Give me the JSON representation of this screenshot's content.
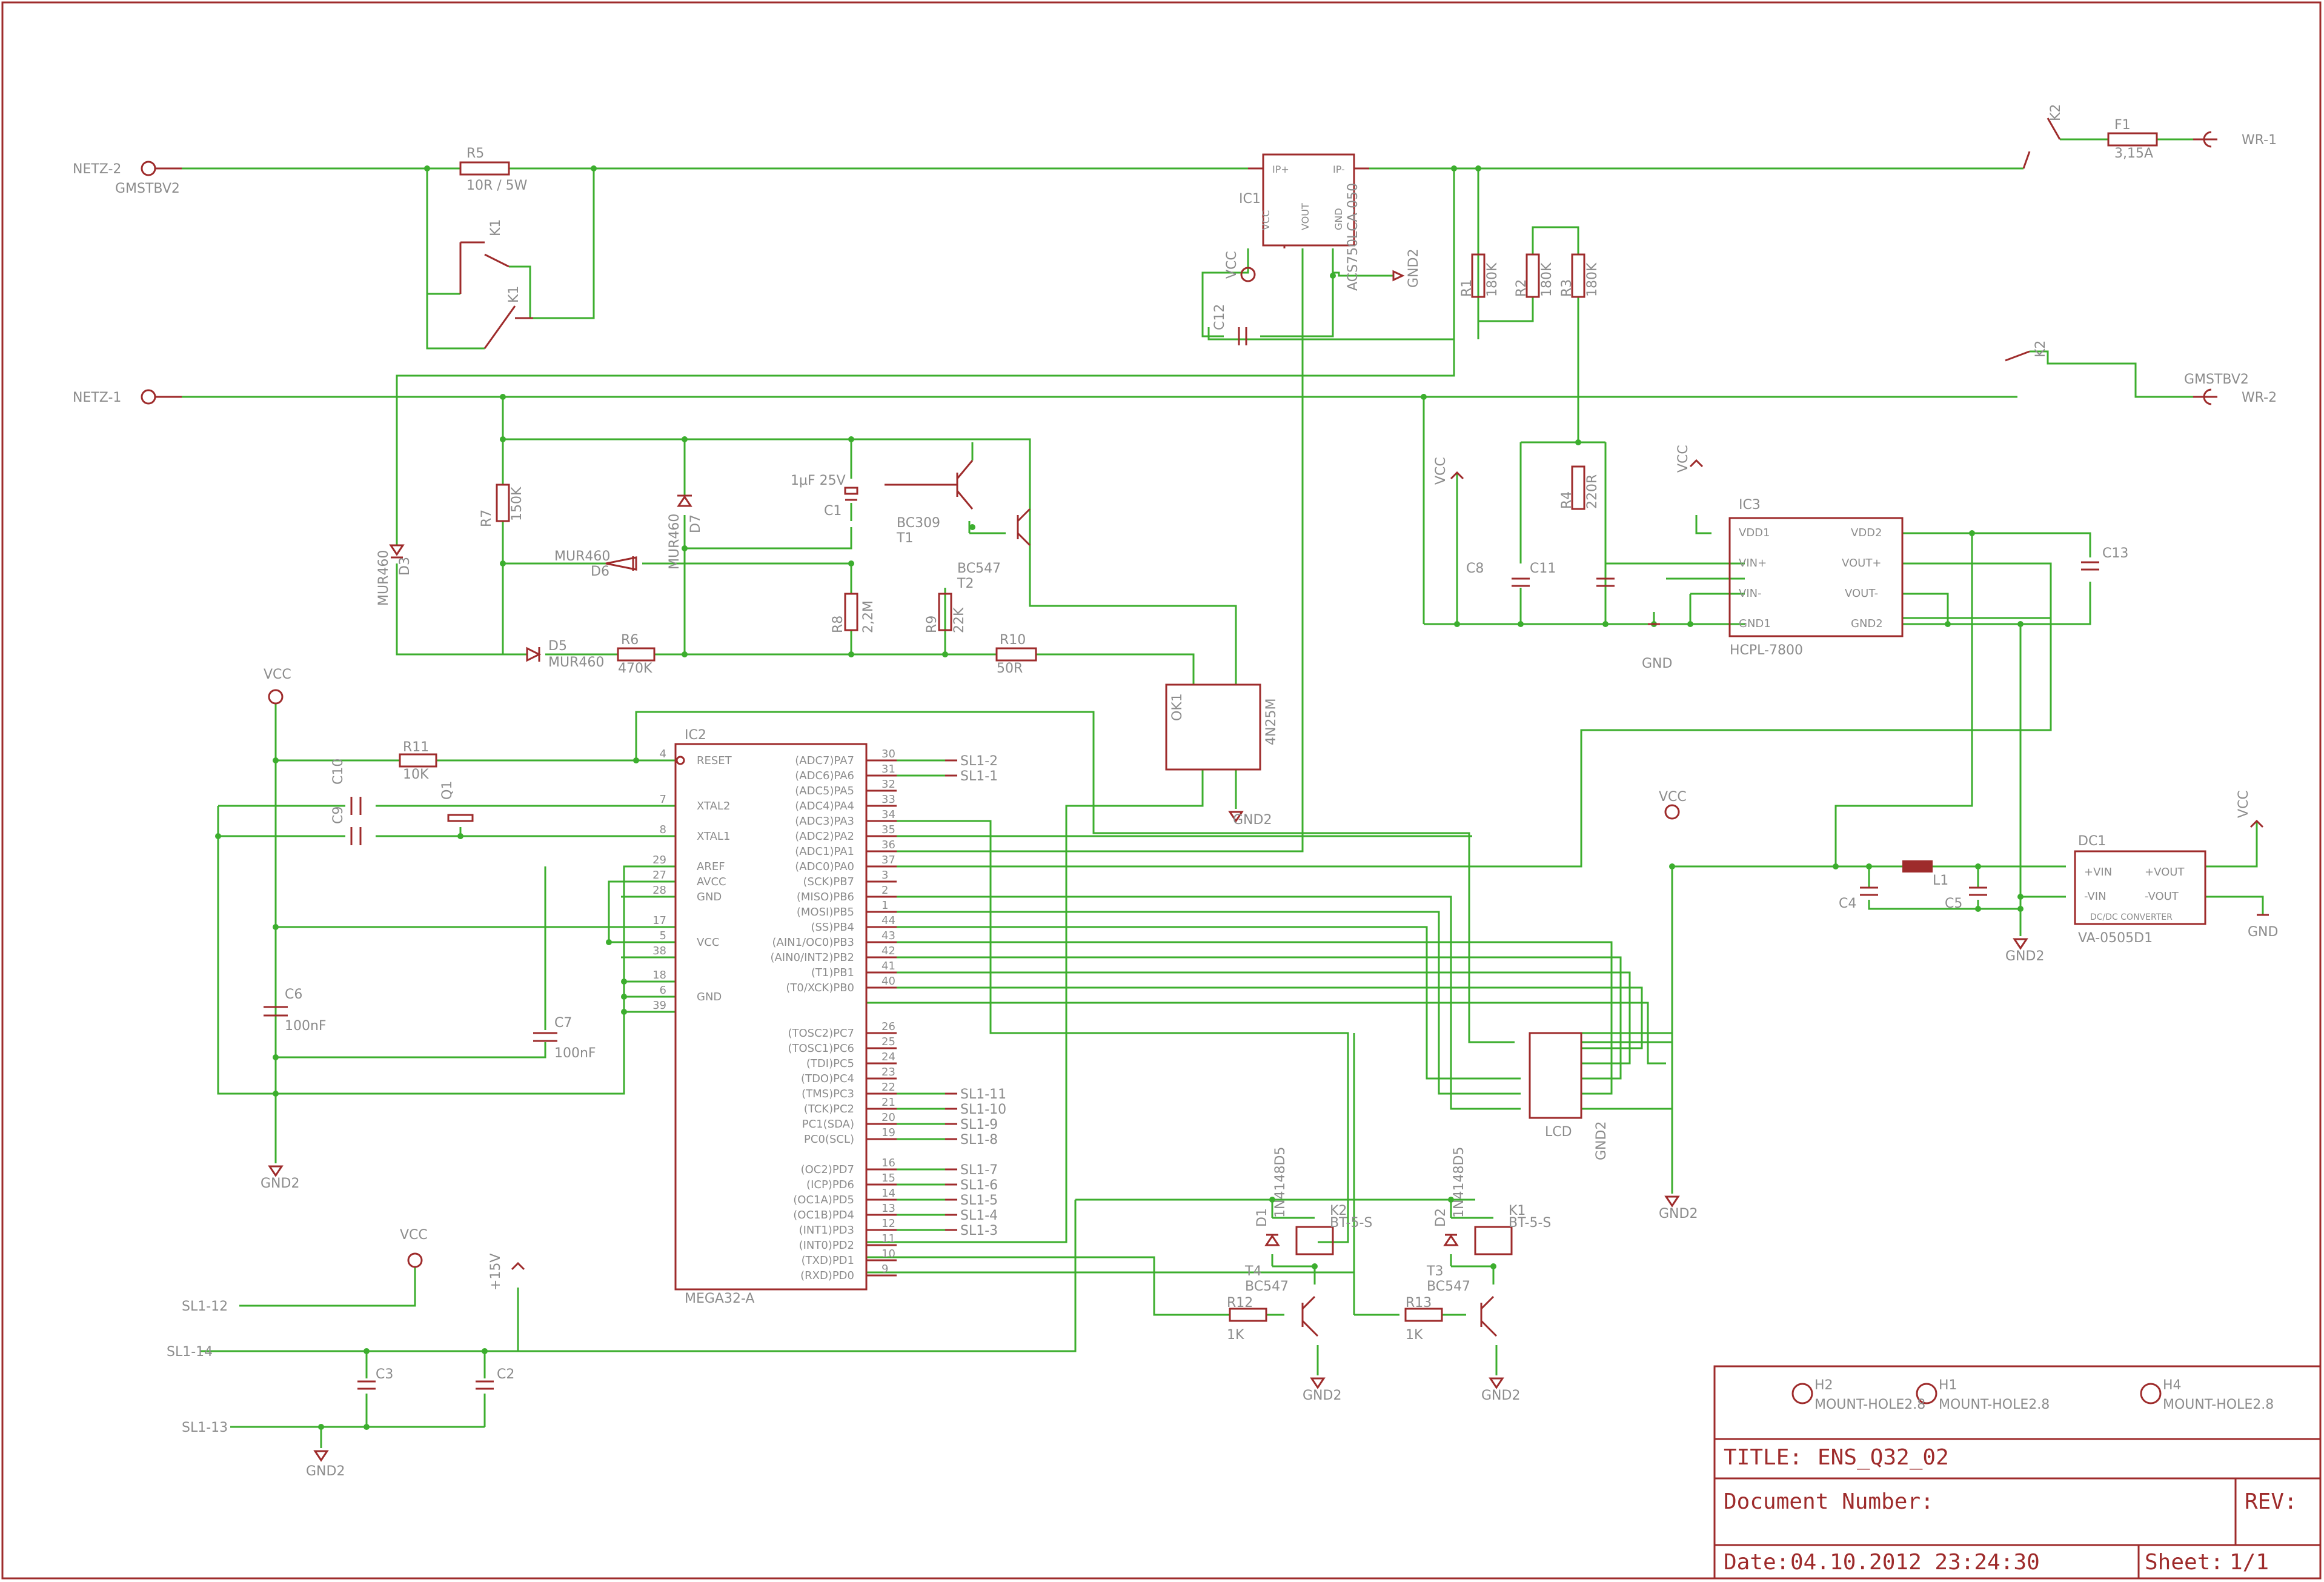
{
  "frame": {
    "title_label": "TITLE:",
    "title_value": "ENS_Q32_02",
    "docnum_label": "Document Number:",
    "rev_label": "REV:",
    "date_label": "Date:",
    "date_value": "04.10.2012 23:24:30",
    "sheet_label": "Sheet:",
    "sheet_value": "1/1"
  },
  "mounting_holes": [
    {
      "name": "H2",
      "value": "MOUNT-HOLE2.8"
    },
    {
      "name": "H1",
      "value": "MOUNT-HOLE2.8"
    },
    {
      "name": "H4",
      "value": "MOUNT-HOLE2.8"
    }
  ],
  "connectors": {
    "netz2": "NETZ-2",
    "netz1": "NETZ-1",
    "gmstbv_left": "GMSTBV2",
    "wr1": "WR-1",
    "wr2": "WR-2",
    "gmstbv_right": "GMSTBV2",
    "sl1_12": "SL1-12",
    "sl1_14": "SL1-14",
    "sl1_13": "SL1-13"
  },
  "parts": {
    "r5": "R5",
    "r5v": "10R / 5W",
    "r1": "R1",
    "r1v": "180K",
    "r2": "R2",
    "r2v": "180K",
    "r3": "R3",
    "r3v": "180K",
    "r4": "R4",
    "r4v": "220R",
    "r7": "R7",
    "r7v": "150K",
    "r8": "R8",
    "r8v": "2,2M",
    "r9": "R9",
    "r9v": "22K",
    "r6": "R6",
    "r6v": "470K",
    "r10": "R10",
    "r10v": "50R",
    "r11": "R11",
    "r11v": "10K",
    "r12": "R12",
    "r12v": "1K",
    "r13": "R13",
    "r13v": "1K",
    "c1": "C1",
    "c1v": "1µF 25V",
    "c12": "C12",
    "c8": "C8",
    "c11": "C11",
    "c13": "C13",
    "c10": "C10",
    "c9": "C9",
    "c6": "C6",
    "c6v": "100nF",
    "c7": "C7",
    "c7v": "100nF",
    "c4": "C4",
    "c5": "C5",
    "c3": "C3",
    "c2": "C2",
    "d3": "D3",
    "d3v": "MUR460",
    "d6": "D6",
    "d6v": "MUR460",
    "d7": "D7",
    "d7v": "MUR460",
    "d5": "D5",
    "d5v": "MUR460",
    "d1": "D1",
    "d1v": "1N4148D5",
    "d2": "D2",
    "d2v": "1N4148D5",
    "t1": "T1",
    "t1v": "BC309",
    "t2": "T2",
    "t2v": "BC547",
    "t3": "T3",
    "t3v": "BC547",
    "t4": "T4",
    "t4v": "BC547",
    "q1": "Q1",
    "l1": "L1",
    "f1": "F1",
    "f1v": "3,15A",
    "ic1": "IC1",
    "ic1v": "ACS750LCA-050",
    "ic2": "IC2",
    "ic2v": "MEGA32-A",
    "ic3": "IC3",
    "ic3v": "HCPL-7800",
    "ok1": "OK1",
    "ok1v": "4N25M",
    "dc1": "DC1",
    "dc1v": "VA-0505D1",
    "dc1desc": "DC/DC CONVERTER",
    "k1": "K1",
    "k1v": "BT-5-S",
    "k2": "K2",
    "k2v": "BT-5-S",
    "lcd": "LCD"
  },
  "supplies": {
    "vcc": "VCC",
    "gnd": "GND",
    "gnd2": "GND2",
    "p15": "+15V"
  },
  "ic1_pins": {
    "ipp": "IP+",
    "ipm": "IP-",
    "vcc": "VCC",
    "vout": "VOUT",
    "gnd": "GND"
  },
  "ic3_pins": {
    "vdd1": "VDD1",
    "vinp": "VIN+",
    "vinm": "VIN-",
    "gnd1": "GND1",
    "vdd2": "VDD2",
    "voutp": "VOUT+",
    "voutm": "VOUT-",
    "gnd2": "GND2"
  },
  "dc1_pins": {
    "pvin": "+VIN",
    "mvin": "-VIN",
    "pvout": "+VOUT",
    "mvout": "-VOUT"
  },
  "mcu_left": [
    {
      "num": "4",
      "name": "RESET"
    },
    {
      "num": "7",
      "name": "XTAL2"
    },
    {
      "num": "8",
      "name": "XTAL1"
    },
    {
      "num": "29",
      "name": "AREF"
    },
    {
      "num": "27",
      "name": "AVCC"
    },
    {
      "num": "28",
      "name": "GND"
    },
    {
      "num": "17",
      "name": ""
    },
    {
      "num": "5",
      "name": "VCC"
    },
    {
      "num": "38",
      "name": ""
    },
    {
      "num": "18",
      "name": ""
    },
    {
      "num": "6",
      "name": "GND"
    },
    {
      "num": "39",
      "name": ""
    }
  ],
  "mcu_right": [
    {
      "num": "30",
      "name": "(ADC7)PA7",
      "net": "SL1-2"
    },
    {
      "num": "31",
      "name": "(ADC6)PA6",
      "net": "SL1-1"
    },
    {
      "num": "32",
      "name": "(ADC5)PA5",
      "net": ""
    },
    {
      "num": "33",
      "name": "(ADC4)PA4",
      "net": ""
    },
    {
      "num": "34",
      "name": "(ADC3)PA3",
      "net": ""
    },
    {
      "num": "35",
      "name": "(ADC2)PA2",
      "net": ""
    },
    {
      "num": "36",
      "name": "(ADC1)PA1",
      "net": ""
    },
    {
      "num": "37",
      "name": "(ADC0)PA0",
      "net": ""
    },
    {
      "num": "3",
      "name": "(SCK)PB7",
      "net": ""
    },
    {
      "num": "2",
      "name": "(MISO)PB6",
      "net": ""
    },
    {
      "num": "1",
      "name": "(MOSI)PB5",
      "net": ""
    },
    {
      "num": "44",
      "name": "(SS)PB4",
      "net": ""
    },
    {
      "num": "43",
      "name": "(AIN1/OC0)PB3",
      "net": ""
    },
    {
      "num": "42",
      "name": "(AIN0/INT2)PB2",
      "net": ""
    },
    {
      "num": "41",
      "name": "(T1)PB1",
      "net": ""
    },
    {
      "num": "40",
      "name": "(T0/XCK)PB0",
      "net": ""
    },
    {
      "num": "26",
      "name": "(TOSC2)PC7",
      "net": ""
    },
    {
      "num": "25",
      "name": "(TOSC1)PC6",
      "net": ""
    },
    {
      "num": "24",
      "name": "(TDI)PC5",
      "net": ""
    },
    {
      "num": "23",
      "name": "(TDO)PC4",
      "net": ""
    },
    {
      "num": "22",
      "name": "(TMS)PC3",
      "net": "SL1-11"
    },
    {
      "num": "21",
      "name": "(TCK)PC2",
      "net": "SL1-10"
    },
    {
      "num": "20",
      "name": "PC1(SDA)",
      "net": "SL1-9"
    },
    {
      "num": "19",
      "name": "PC0(SCL)",
      "net": "SL1-8"
    },
    {
      "num": "16",
      "name": "(OC2)PD7",
      "net": "SL1-7"
    },
    {
      "num": "15",
      "name": "(ICP)PD6",
      "net": "SL1-6"
    },
    {
      "num": "14",
      "name": "(OC1A)PD5",
      "net": "SL1-5"
    },
    {
      "num": "13",
      "name": "(OC1B)PD4",
      "net": "SL1-4"
    },
    {
      "num": "12",
      "name": "(INT1)PD3",
      "net": "SL1-3"
    },
    {
      "num": "11",
      "name": "(INT0)PD2",
      "net": ""
    },
    {
      "num": "10",
      "name": "(TXD)PD1",
      "net": ""
    },
    {
      "num": "9",
      "name": "(RXD)PD0",
      "net": ""
    }
  ],
  "pinnums": {
    "p1": "1",
    "p2": "2",
    "p3": "3",
    "p4": "4",
    "p5": "5",
    "p6": "6",
    "p7": "7",
    "p8": "8",
    "p9": "9",
    "p10": "10",
    "p11": "11",
    "p13": "13",
    "p16": "16"
  }
}
